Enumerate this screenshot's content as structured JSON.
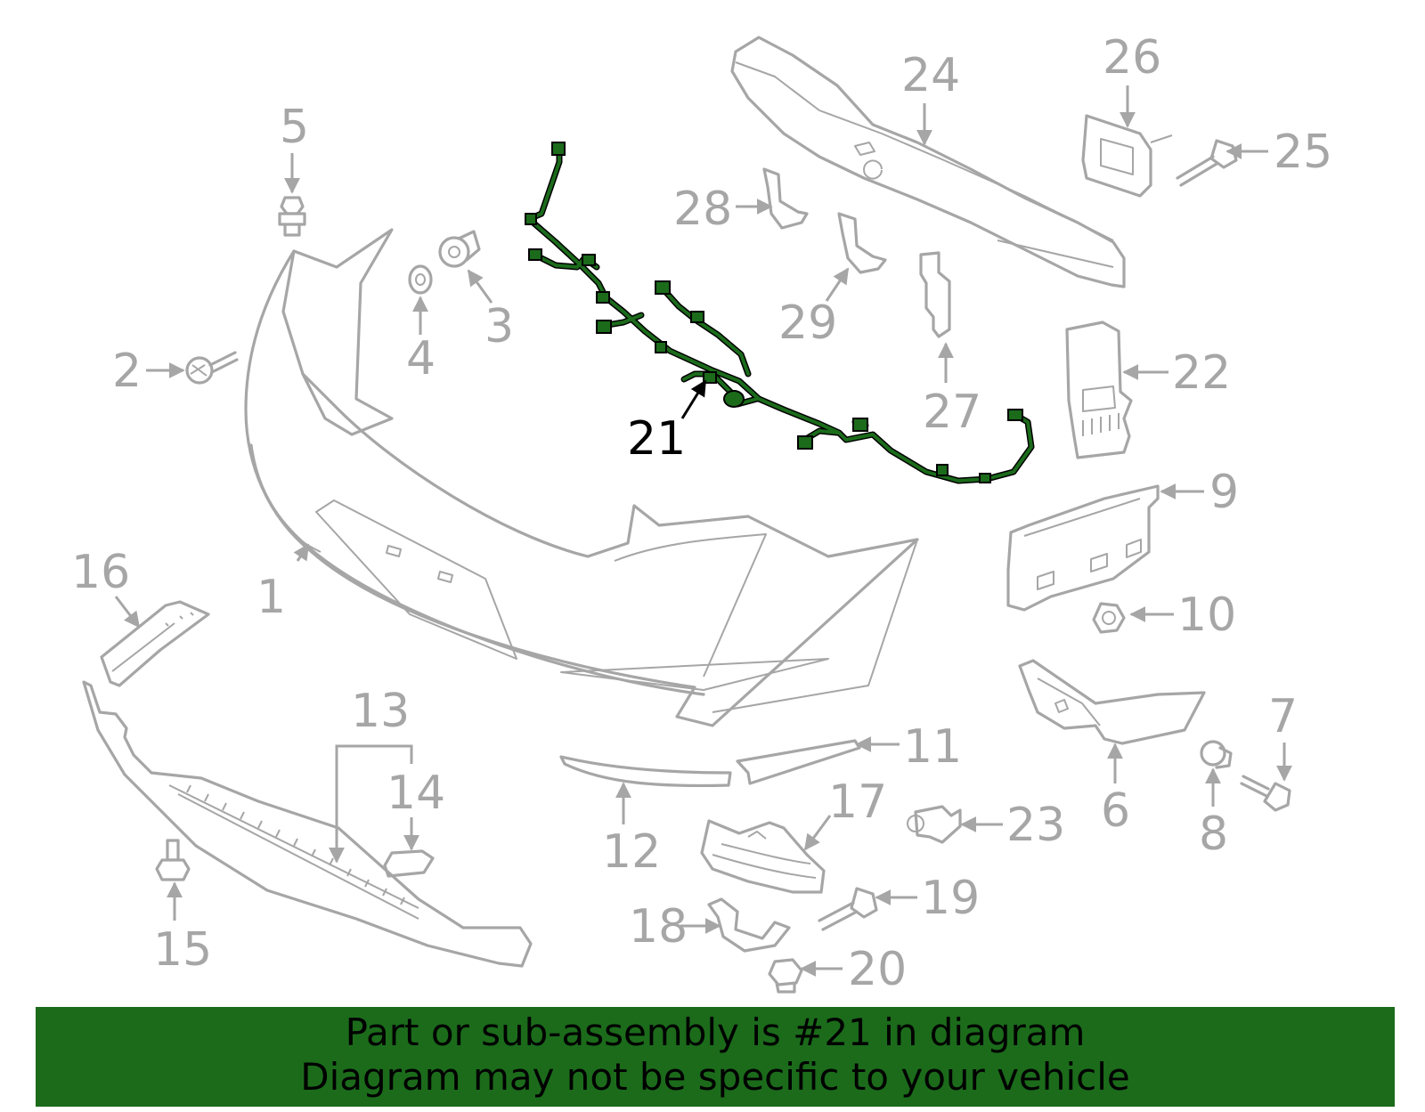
{
  "banner": {
    "line1": "Part or sub-assembly is #21 in diagram",
    "line2": "Diagram may not be specific to your vehicle",
    "background_color": "#1b6b1b",
    "text_color": "#000000"
  },
  "diagram": {
    "highlighted_part": "21",
    "highlight_color": "#1b6b1b",
    "part_line_color": "#a6a6a6",
    "callouts": [
      "1",
      "2",
      "3",
      "4",
      "5",
      "6",
      "7",
      "8",
      "9",
      "10",
      "11",
      "12",
      "13",
      "14",
      "15",
      "16",
      "17",
      "18",
      "19",
      "20",
      "21",
      "22",
      "23",
      "24",
      "25",
      "26",
      "27",
      "28",
      "29"
    ]
  }
}
